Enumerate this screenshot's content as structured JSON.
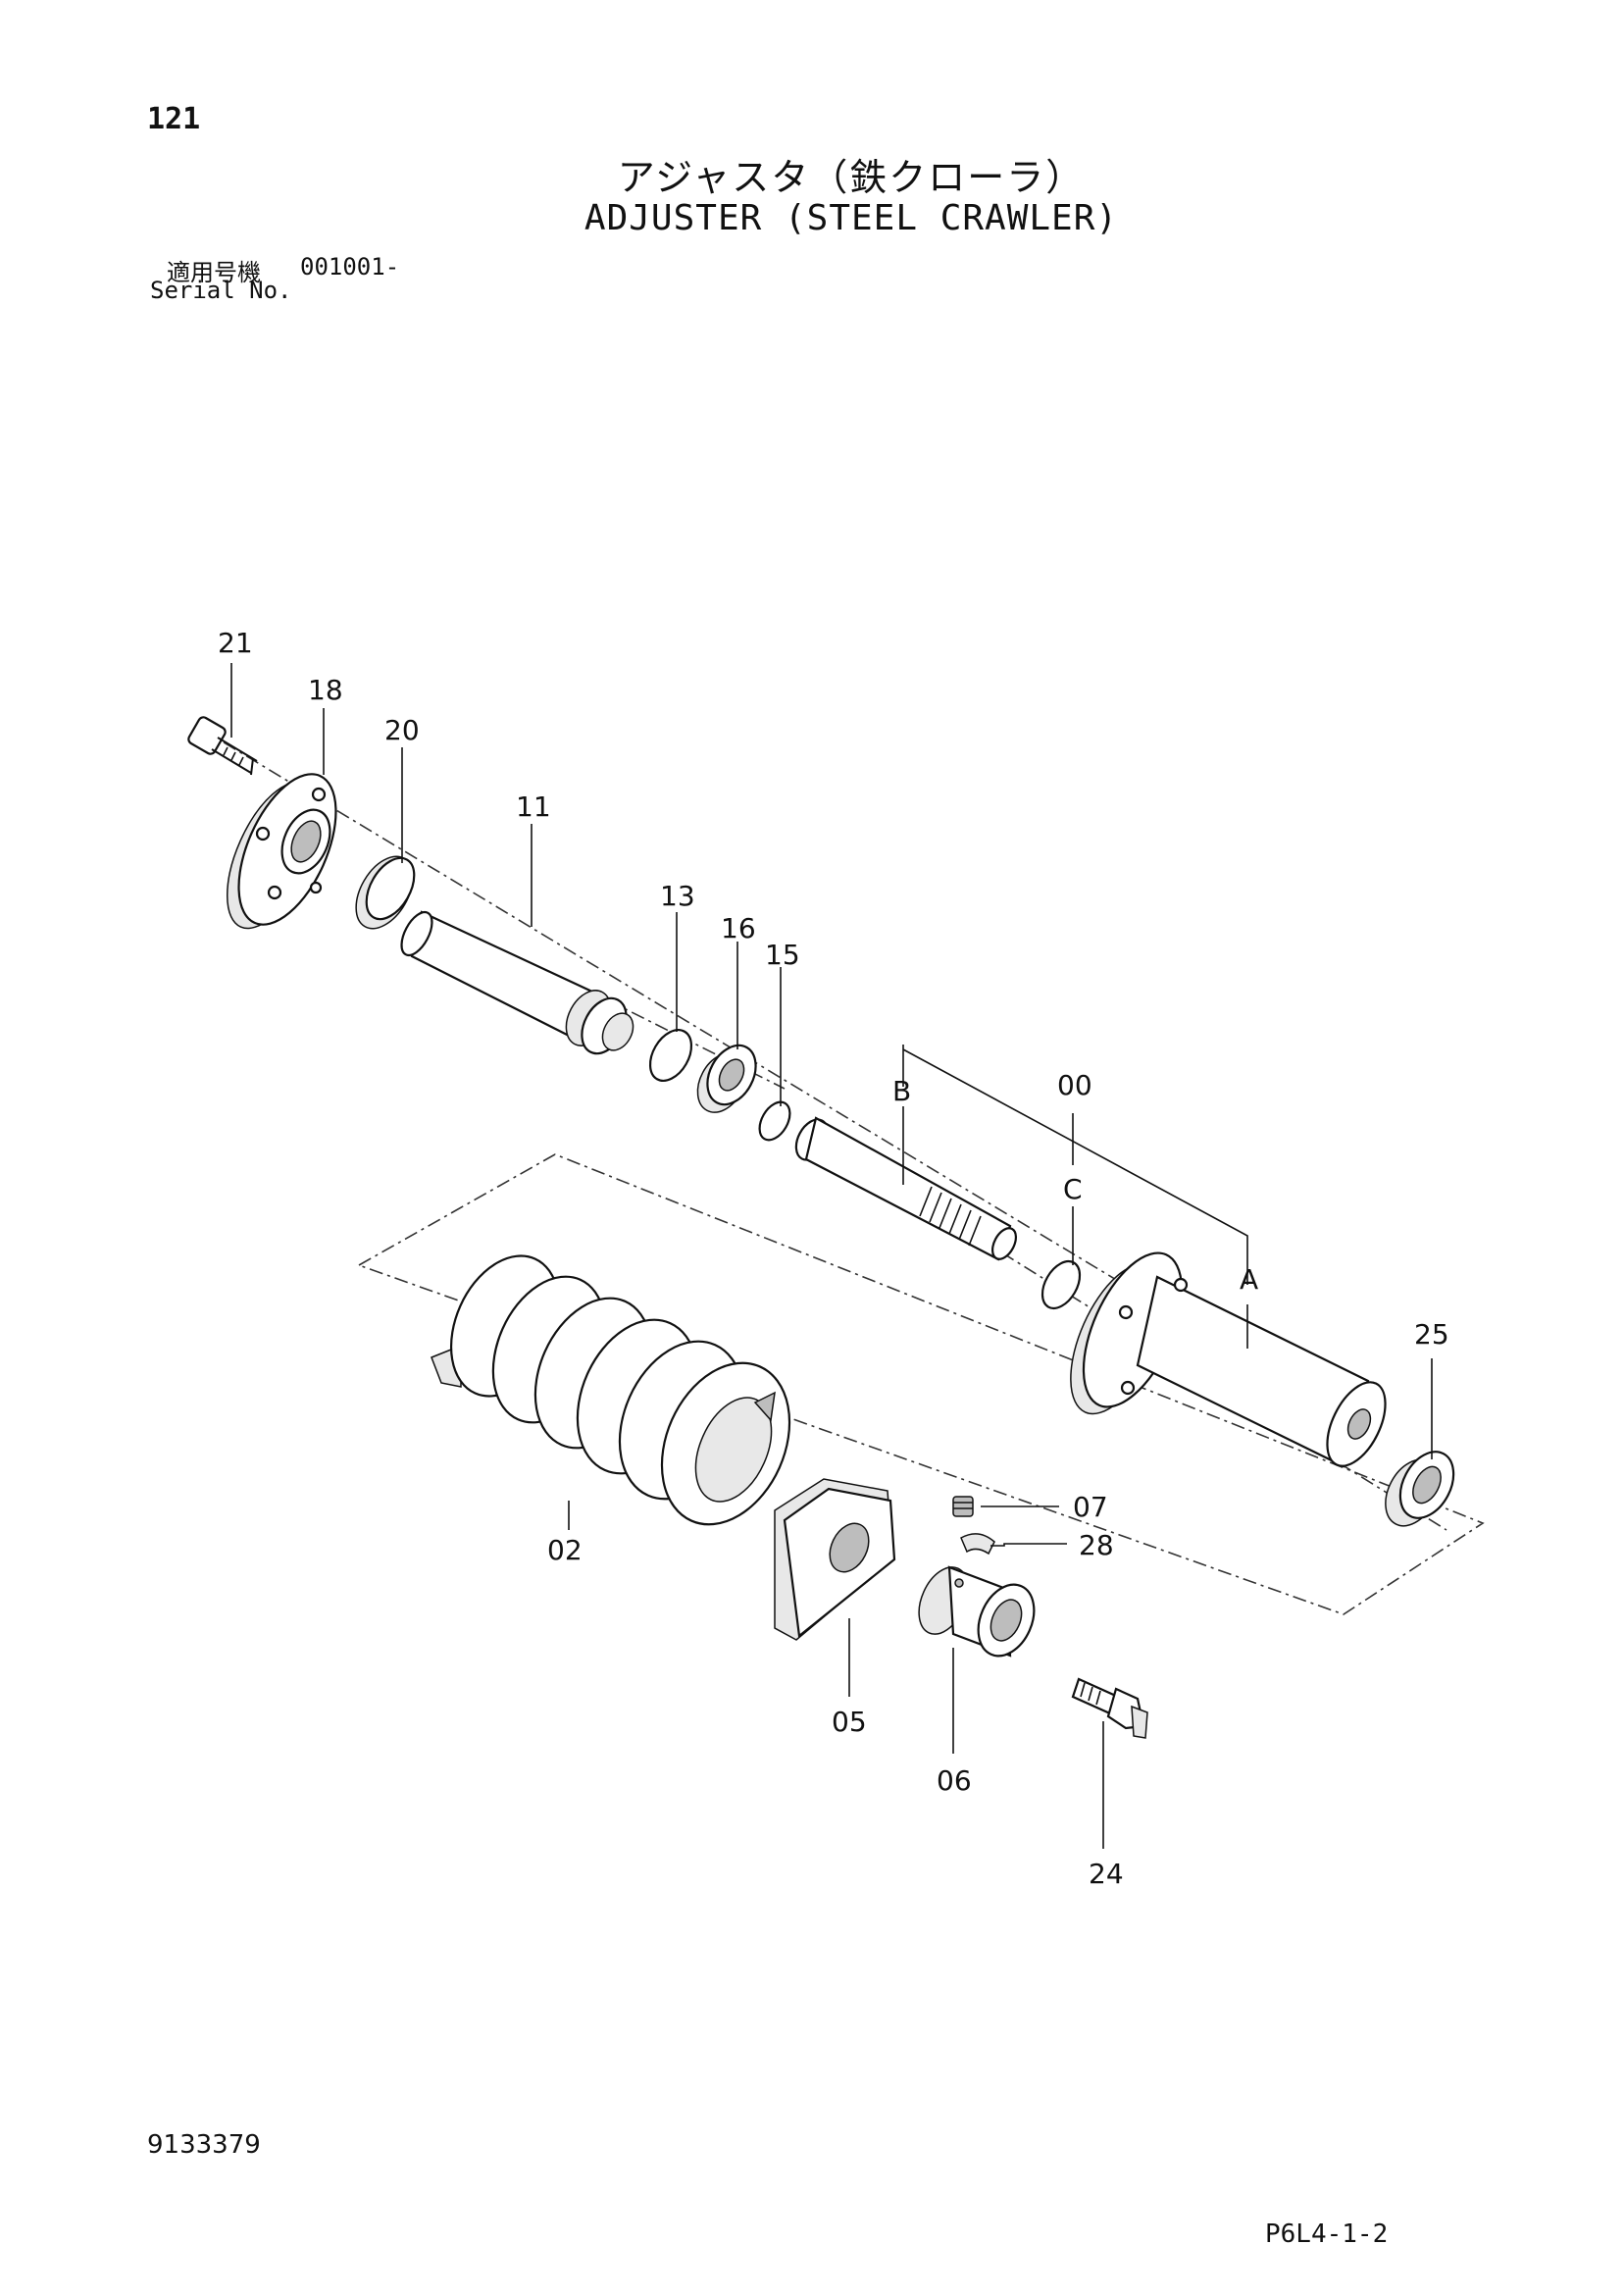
{
  "header": {
    "page_number": "121",
    "title_jp": "アジャスタ（鉄クローラ）",
    "title_en": "ADJUSTER (STEEL CRAWLER)",
    "serial_label_jp": "適用号機",
    "serial_code": "001001-",
    "serial_label_en": "Serial No."
  },
  "callouts": {
    "p21": "21",
    "p18": "18",
    "p20": "20",
    "p11": "11",
    "p13": "13",
    "p16": "16",
    "p15": "15",
    "pB": "B",
    "p00": "00",
    "pC": "C",
    "pA": "A",
    "p25": "25",
    "p02": "02",
    "p07": "07",
    "p28": "28",
    "p05": "05",
    "p06": "06",
    "p24": "24"
  },
  "footer": {
    "doc_number": "9133379",
    "page_code": "P6L4-1-2"
  }
}
